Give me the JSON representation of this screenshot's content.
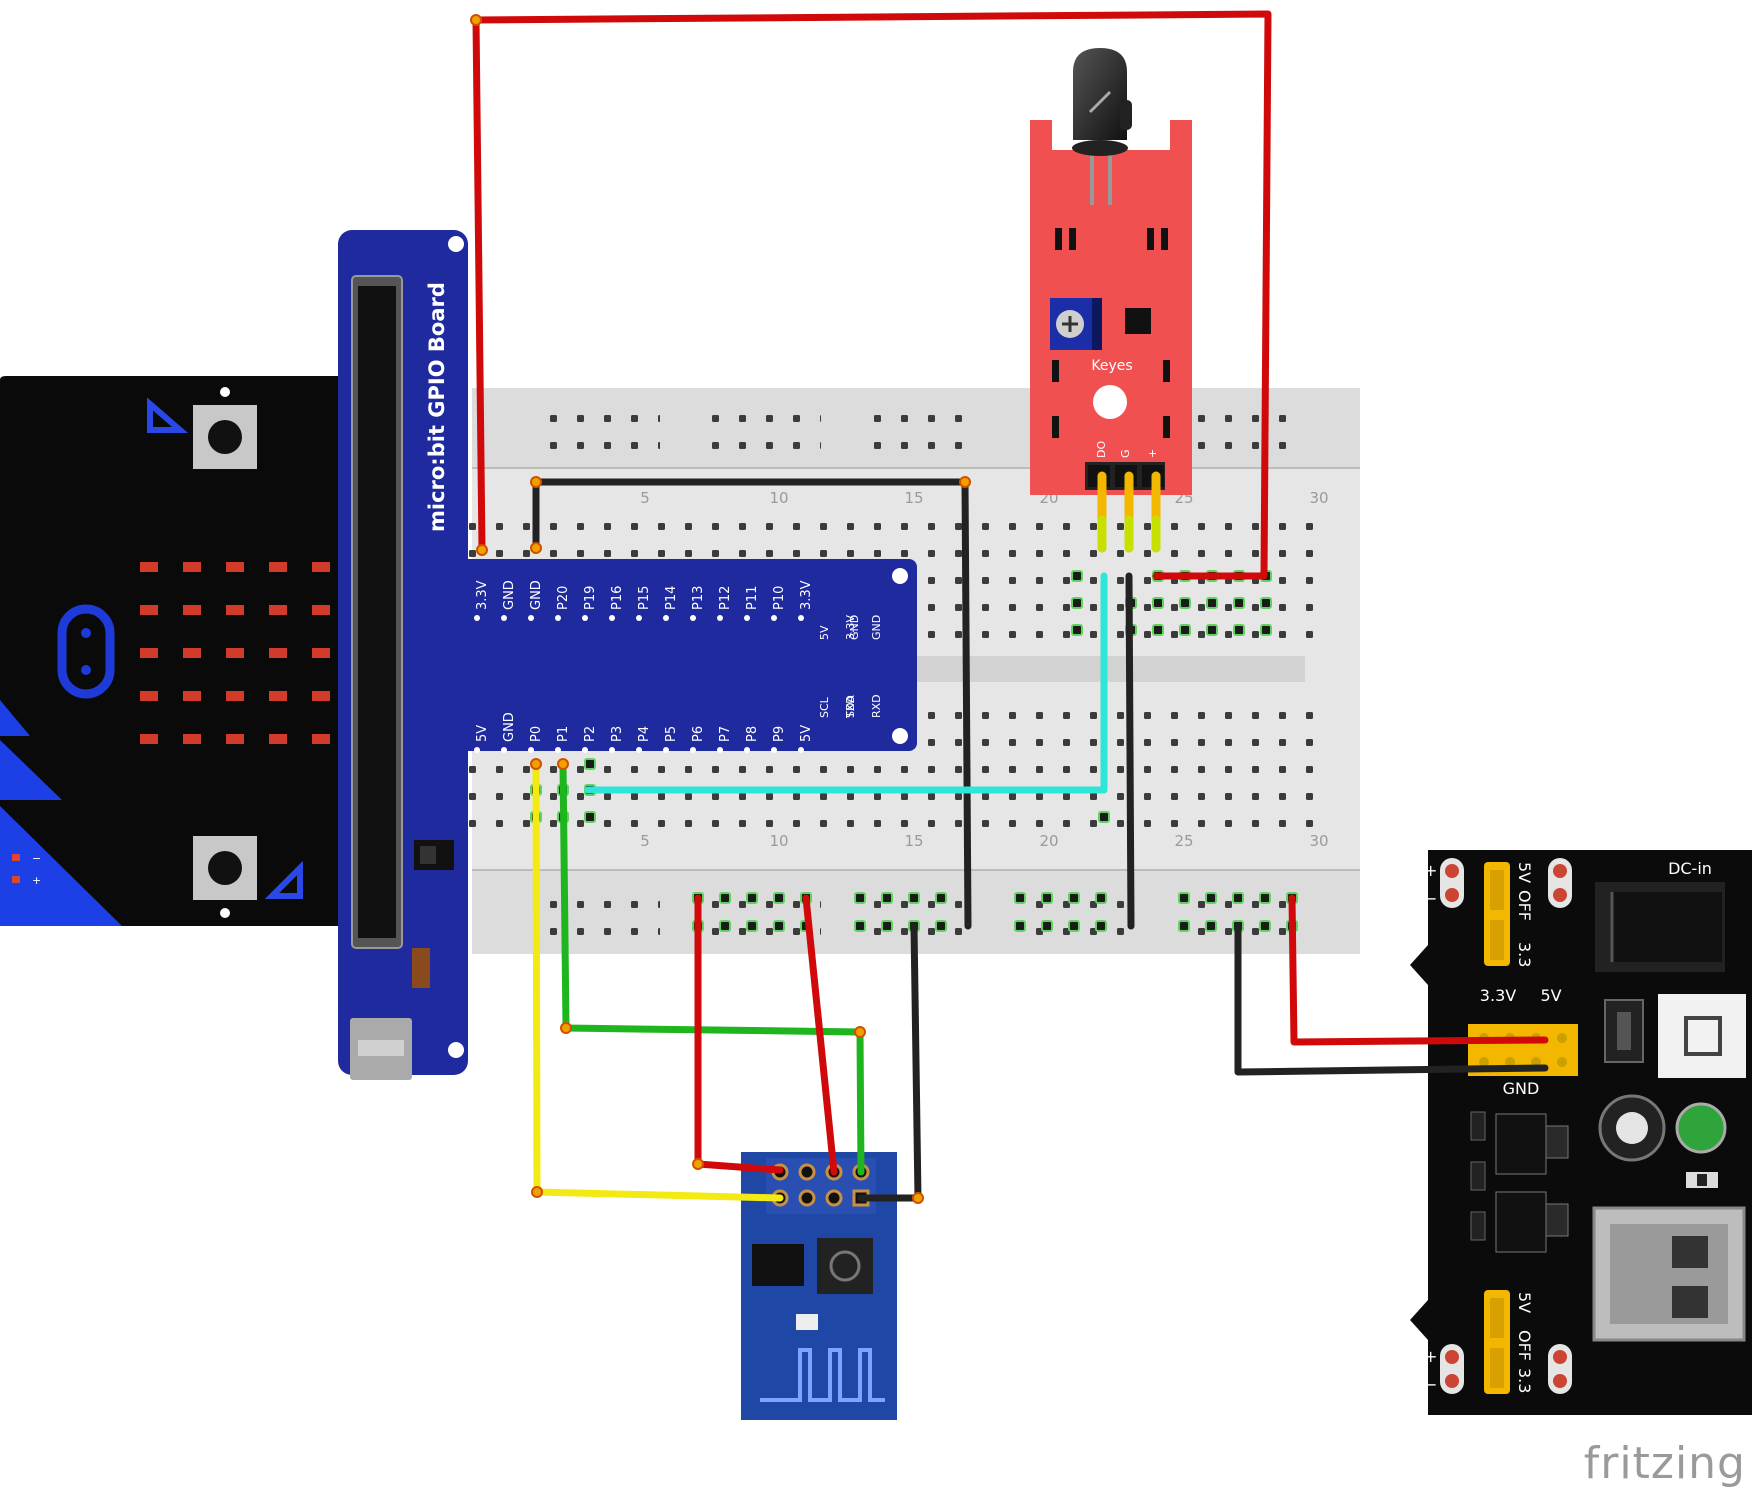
{
  "gpio_board": {
    "title": "micro:bit GPIO Board",
    "top_pins": [
      "3.3V",
      "GND",
      "GND",
      "P20",
      "P19",
      "P16",
      "P15",
      "P14",
      "P13",
      "P12",
      "P11",
      "P10",
      "3.3V"
    ],
    "bottom_pins": [
      "5V",
      "GND",
      "P0",
      "P1",
      "P2",
      "P3",
      "P4",
      "P5",
      "P6",
      "P7",
      "P8",
      "P9",
      "5V"
    ],
    "side_pins": [
      "5V",
      "3.3V",
      "GND",
      "GND",
      "SCL",
      "SDA",
      "TXD",
      "RXD"
    ]
  },
  "breadboard": {
    "top_numbers": [
      "5",
      "10",
      "15",
      "20",
      "25",
      "30"
    ],
    "bottom_numbers": [
      "5",
      "10",
      "15",
      "20",
      "25",
      "30"
    ]
  },
  "sensor": {
    "brand": "Keyes",
    "pins": [
      "DO",
      "G",
      "+"
    ]
  },
  "power_module": {
    "top_jumper_labels": [
      "5V",
      "OFF",
      "3.3"
    ],
    "bottom_jumper_labels": [
      "5V",
      "OFF",
      "3.3"
    ],
    "dc_in": "DC-in",
    "rail_labels": [
      "3.3V",
      "5V"
    ],
    "gnd": "GND",
    "plus": "+",
    "minus": "−"
  },
  "microbit": {
    "plus": "+",
    "minus": "−"
  },
  "watermark": "fritzing",
  "colors": {
    "red_wire": "#d00a0a",
    "black_wire": "#222222",
    "green_wire": "#1fb51f",
    "yellow_wire": "#f2ea12",
    "cyan_wire": "#2ee6d8",
    "gpio_blue": "#1f2a9e",
    "sensor_red": "#f0504f",
    "esp_blue": "#1f47a6"
  }
}
